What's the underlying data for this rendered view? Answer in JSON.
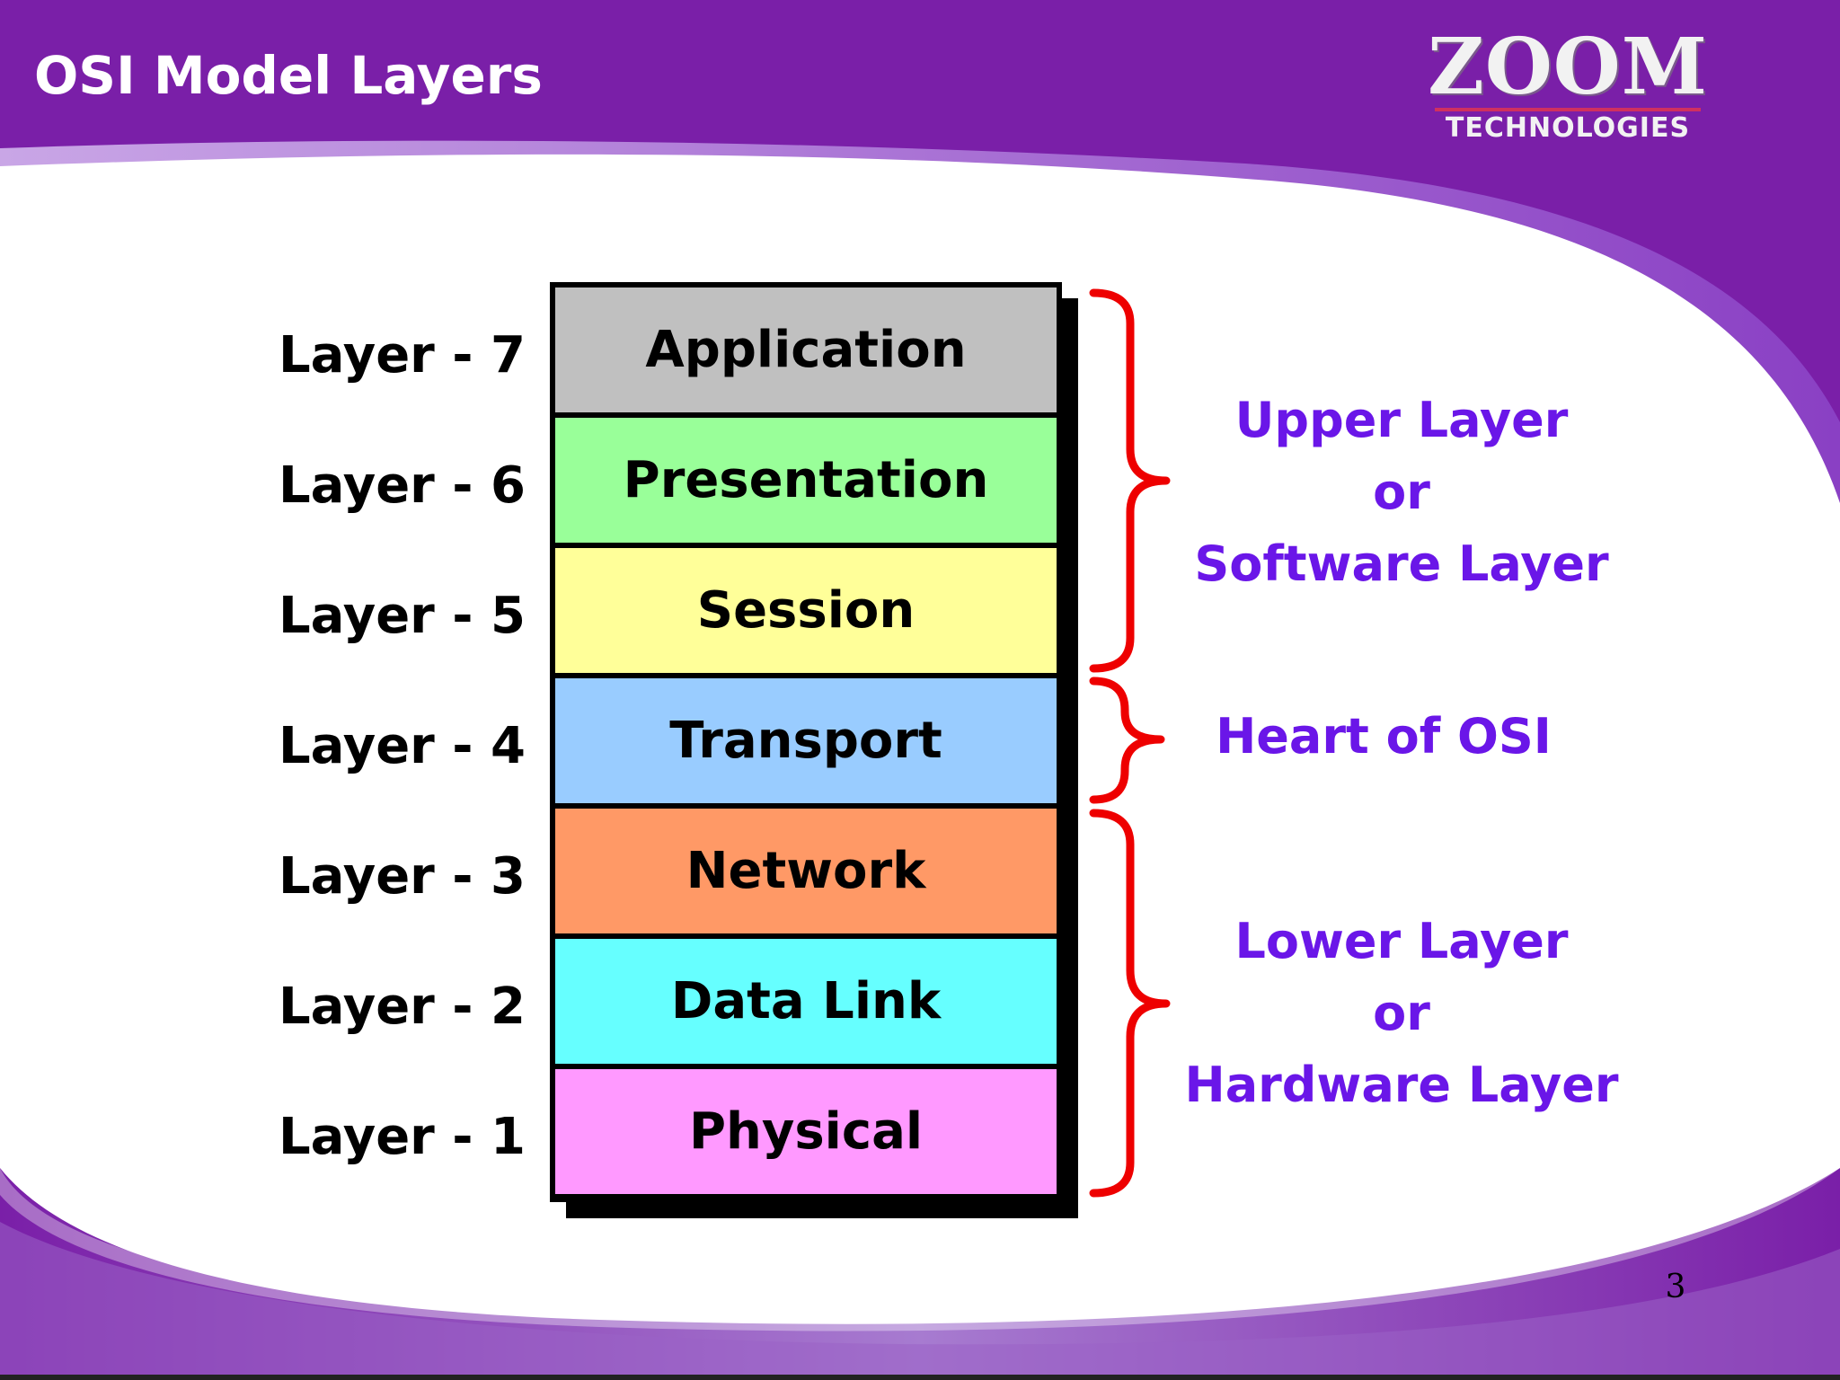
{
  "slide": {
    "title": "OSI Model Layers",
    "page_number": "3"
  },
  "logo": {
    "name": "ZOOM",
    "tagline": "TECHNOLOGIES"
  },
  "layers": [
    {
      "label": "Layer - 7",
      "name": "Application",
      "color": "#c0c0c0"
    },
    {
      "label": "Layer - 6",
      "name": "Presentation",
      "color": "#99ff99"
    },
    {
      "label": "Layer - 5",
      "name": "Session",
      "color": "#ffff99"
    },
    {
      "label": "Layer - 4",
      "name": "Transport",
      "color": "#99ccff"
    },
    {
      "label": "Layer - 3",
      "name": "Network",
      "color": "#ff9966"
    },
    {
      "label": "Layer - 2",
      "name": "Data Link",
      "color": "#66ffff"
    },
    {
      "label": "Layer - 1",
      "name": "Physical",
      "color": "#ff99ff"
    }
  ],
  "groups": {
    "upper": {
      "lines": [
        "Upper Layer",
        "or",
        "Software Layer"
      ]
    },
    "heart": {
      "lines": [
        "Heart of OSI"
      ]
    },
    "lower": {
      "lines": [
        "Lower Layer",
        "or",
        "Hardware Layer"
      ]
    }
  },
  "colors": {
    "header_purple": "#7a1fa8",
    "group_text": "#6a16e8",
    "brace": "#ee0000"
  }
}
